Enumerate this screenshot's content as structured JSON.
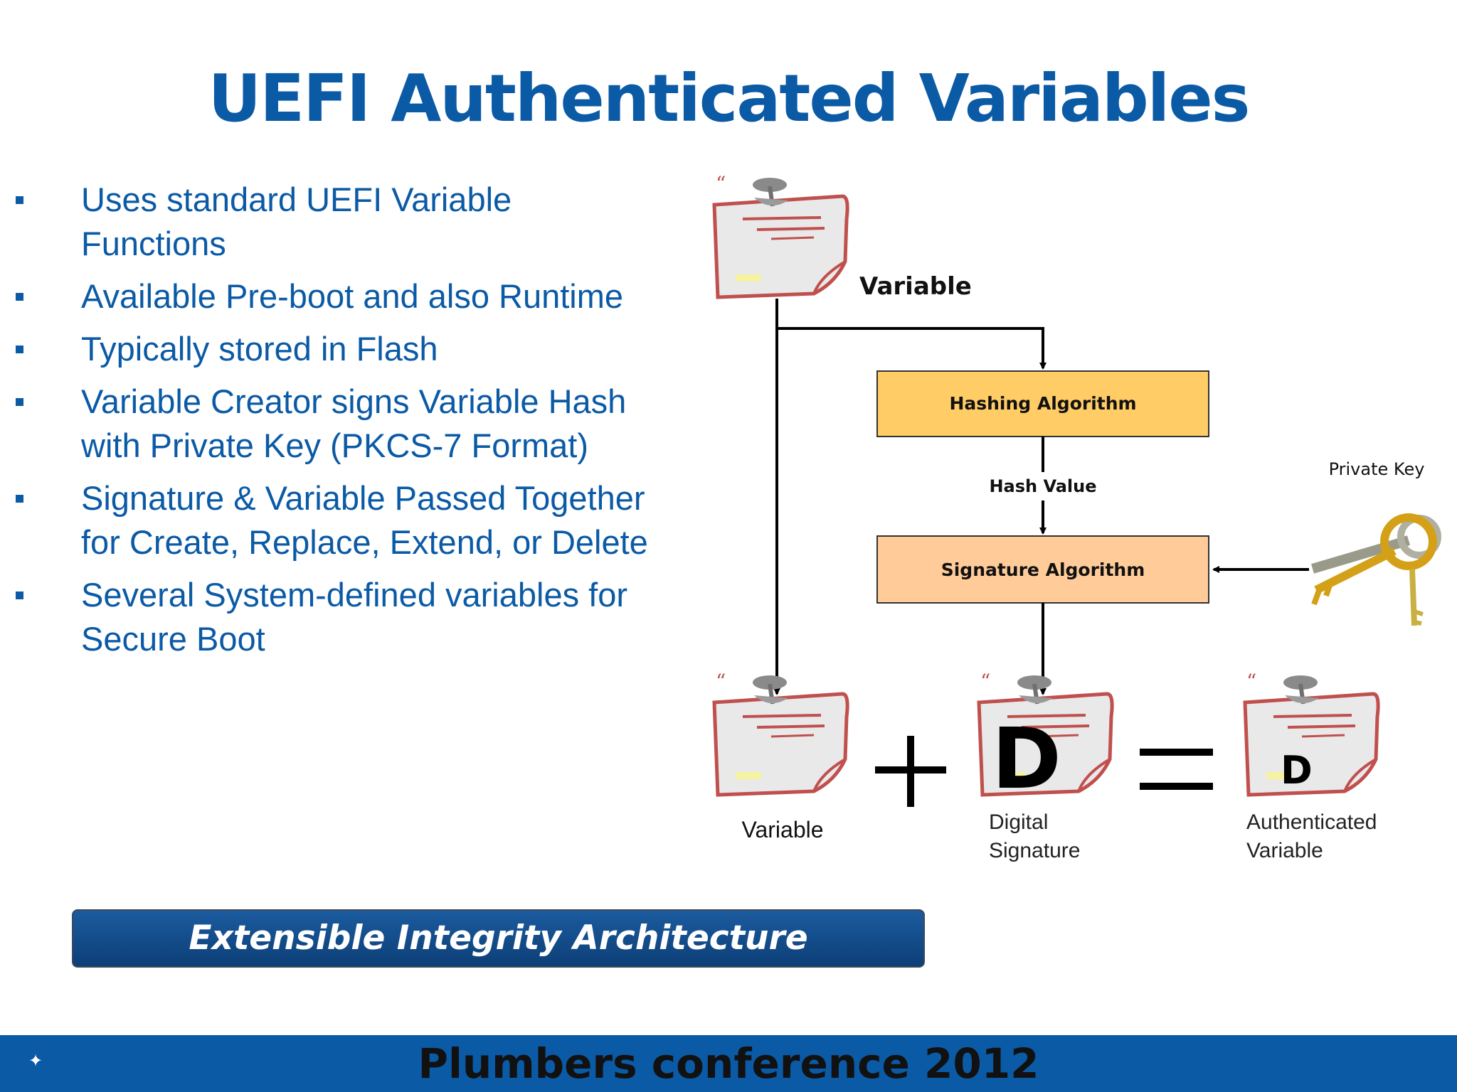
{
  "slide": {
    "title": "UEFI Authenticated Variables",
    "bullets": [
      {
        "text": "Uses standard UEFI Variable Functions"
      },
      {
        "text": "Available Pre-boot and also Runtime"
      },
      {
        "text": "Typically stored in Flash"
      },
      {
        "text": "Variable Creator signs Variable Hash with Private Key (PKCS-7 Format)"
      },
      {
        "text": "Signature & Variable Passed Together for Create, Replace, Extend, or Delete"
      },
      {
        "text": "Several System-defined variables for Secure Boot"
      }
    ],
    "banner": "Extensible Integrity Architecture",
    "footer": "Plumbers conference 2012"
  },
  "diagram": {
    "variable_top_label": "Variable",
    "hashing_box": "Hashing Algorithm",
    "hash_value_label": "Hash Value",
    "signature_box": "Signature Algorithm",
    "private_key_label": "Private Key",
    "bottom_variable_label": "Variable",
    "digital_signature_label_1": "Digital",
    "digital_signature_label_2": "Signature",
    "authenticated_label_1": "Authenticated",
    "authenticated_label_2": "Variable",
    "signature_letter": "D",
    "auth_letter": "D",
    "colors": {
      "hashing_fill": "#ffcc66",
      "signature_fill": "#ffcc99",
      "note_border": "#c0504d"
    }
  }
}
